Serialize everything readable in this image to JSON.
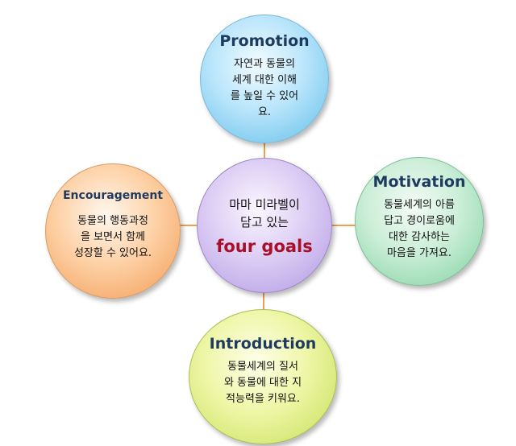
{
  "center": {
    "line1": "마마 미라벨이",
    "line2": "담고 있는",
    "goals": "four goals"
  },
  "nodes": {
    "top": {
      "title": "Promotion",
      "body": "자연과 동물의\n세계 대한 이해\n를  높일 수 있어\n요."
    },
    "left": {
      "title": "Encouragement",
      "body": "동물의 행동과정\n을 보면서 함께\n성장할 수 있어요."
    },
    "right": {
      "title": "Motivation",
      "body": "동물세계의 아름\n답고 경이로움에\n대한 감사하는\n마음을 가져요."
    },
    "bottom": {
      "title": "Introduction",
      "body": "동물세계의 질서\n와 동물에 대한 지\n적능력을 키워요."
    }
  },
  "colors": {
    "connector": "#f0a050",
    "goals_text": "#a8102a",
    "title_text": "#1f3a5f"
  }
}
